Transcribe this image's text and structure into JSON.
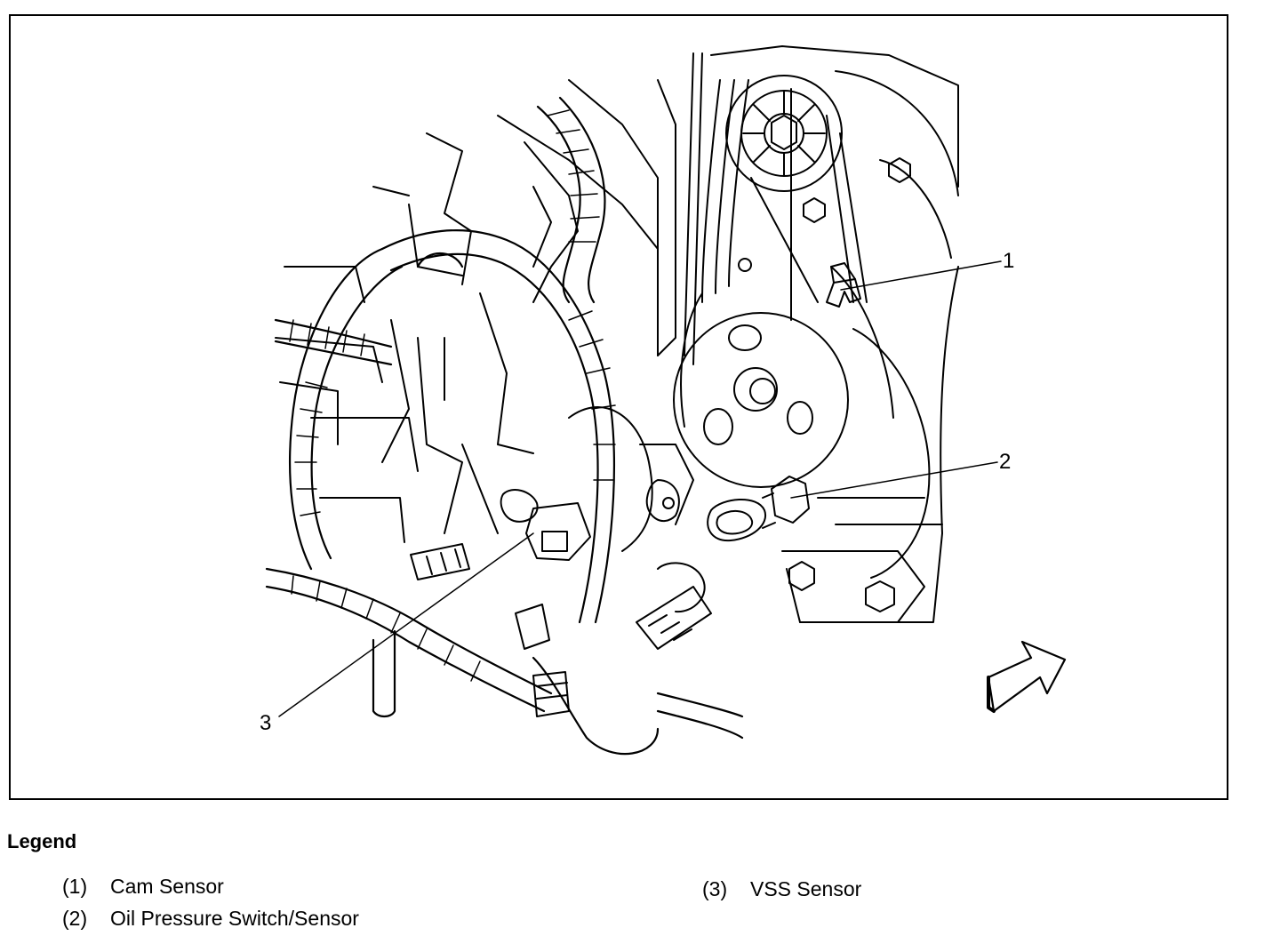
{
  "callouts": [
    {
      "id": 1,
      "label": "1"
    },
    {
      "id": 2,
      "label": "2"
    },
    {
      "id": 3,
      "label": "3"
    }
  ],
  "legend": {
    "title": "Legend",
    "items": [
      {
        "num": "(1)",
        "text": "Cam Sensor"
      },
      {
        "num": "(2)",
        "text": "Oil Pressure Switch/Sensor"
      },
      {
        "num": "(3)",
        "text": "VSS Sensor"
      }
    ]
  },
  "colors": {
    "line": "#000000",
    "background": "#ffffff"
  },
  "icons": {
    "direction": "forward-arrow-icon"
  }
}
